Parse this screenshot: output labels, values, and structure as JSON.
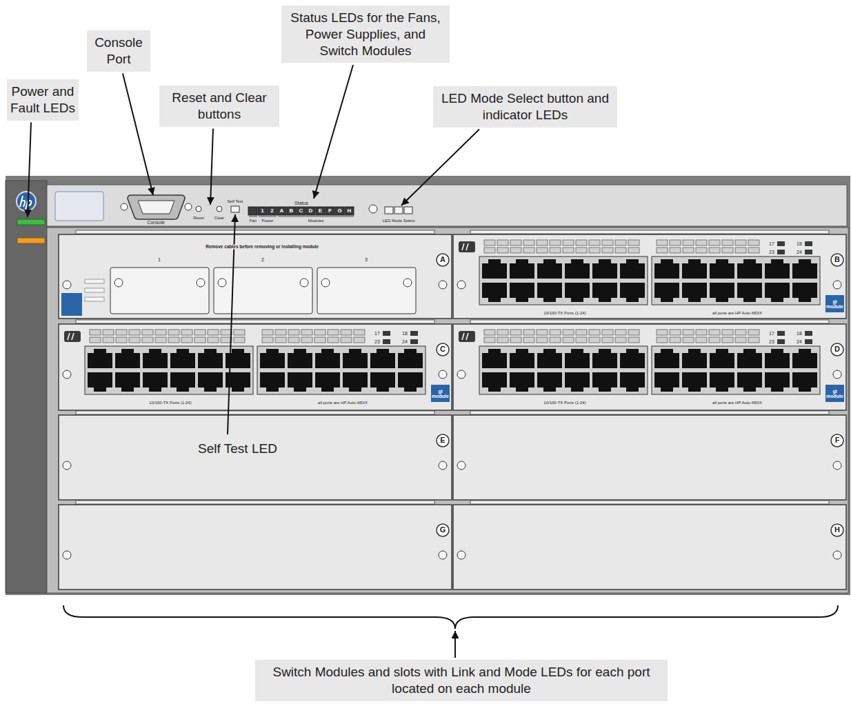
{
  "diagram": {
    "nodes": [
      {
        "text": [
          "Power and Fault LEDs"
        ]
      },
      {
        "text": [
          "Console Port"
        ]
      },
      {
        "text": [
          "Reset and Clear buttons"
        ]
      },
      {
        "text": [
          "Status LEDs for the Fans, Power Supplies, and Switch Modules"
        ]
      },
      {
        "text": [
          "LED Mode Select button and indicator LEDs"
        ]
      },
      {
        "text": [
          "Self Test LED"
        ]
      },
      {
        "text": [
          "Switch Modules and slots with Link and Mode LEDs for each port located on each module"
        ]
      }
    ],
    "labels": [
      "Console",
      "Reset",
      "Clear",
      "Self Test",
      "Status",
      "1",
      "2",
      "A",
      "B",
      "C",
      "D",
      "E",
      "F",
      "G",
      "H",
      "Fan",
      "Power",
      "Modules",
      "LED Mode Select",
      "Remove cables before removing or installing module",
      "1",
      "2",
      "3",
      "A",
      "17",
      "18",
      "23",
      "24",
      "10/100-TX Ports (1-24)",
      "all ports are HP Auto-MDIX",
      "gl module",
      "B",
      "17",
      "18",
      "23",
      "24",
      "10/100-TX Ports (1-24)",
      "all ports are HP Auto-MDIX",
      "gl module",
      "C",
      "17",
      "18",
      "23",
      "24",
      "10/100-TX Ports (1-24)",
      "all ports are HP Auto-MDIX",
      "gl module",
      "D",
      "E",
      "F",
      "G",
      "H"
    ]
  }
}
